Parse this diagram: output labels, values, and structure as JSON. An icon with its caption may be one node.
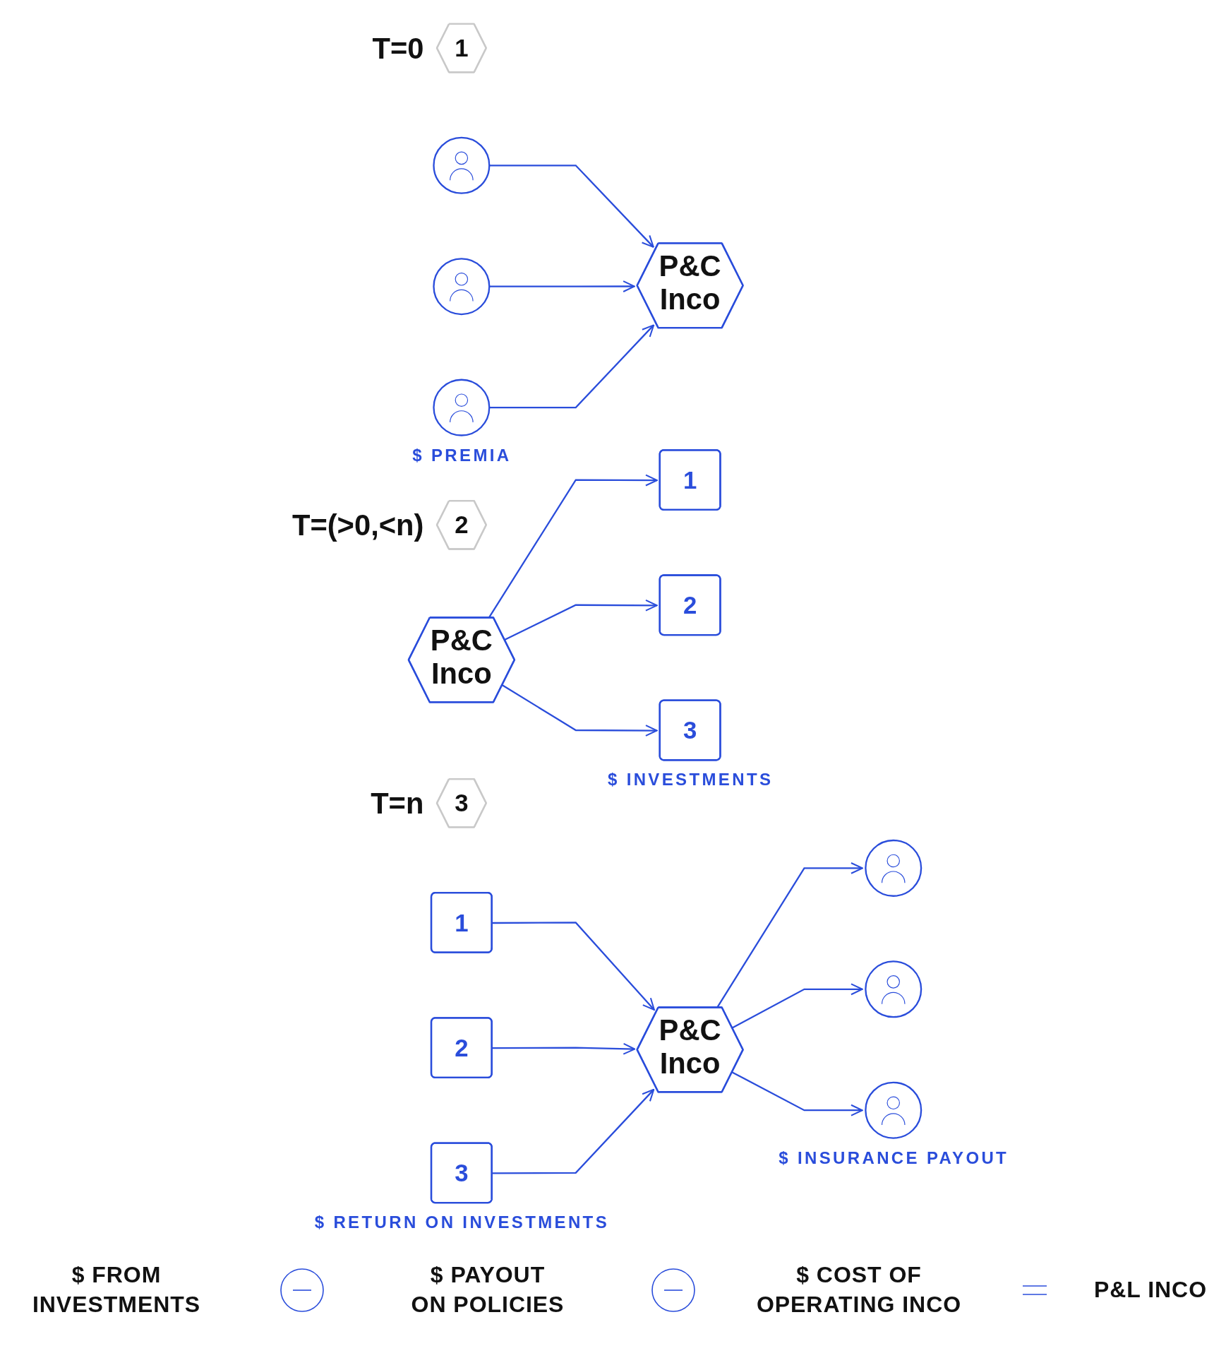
{
  "diagram": {
    "nodes": [
      {
        "text": [
          "1"
        ],
        "beside": [
          "T=0"
        ]
      },
      {
        "text": [],
        "shape": "person"
      },
      {
        "text": [],
        "shape": "person"
      },
      {
        "text": [],
        "shape": "person"
      },
      {
        "text": [
          "P&C Inco"
        ]
      },
      {
        "text": [
          "2"
        ],
        "beside": [
          "T=(>0,<n)"
        ]
      },
      {
        "text": [
          "P&C Inco"
        ]
      },
      {
        "text": [
          "1"
        ]
      },
      {
        "text": [
          "2"
        ]
      },
      {
        "text": [
          "3"
        ]
      },
      {
        "text": [
          "3"
        ],
        "beside": [
          "T=n"
        ]
      },
      {
        "text": [],
        "shape": "person"
      },
      {
        "text": [],
        "shape": "person"
      },
      {
        "text": [],
        "shape": "person"
      },
      {
        "text": [
          "P&C Inco"
        ]
      },
      {
        "text": [
          "1"
        ]
      },
      {
        "text": [
          "2"
        ]
      },
      {
        "text": [
          "3"
        ]
      }
    ],
    "edges": [
      {
        "from": 1,
        "to": 4,
        "arrow": "to"
      },
      {
        "from": 2,
        "to": 4,
        "arrow": "to"
      },
      {
        "from": 3,
        "to": 4,
        "arrow": "to"
      },
      {
        "from": 6,
        "to": 7,
        "arrow": "to"
      },
      {
        "from": 6,
        "to": 8,
        "arrow": "to"
      },
      {
        "from": 6,
        "to": 9,
        "arrow": "to"
      },
      {
        "from": 14,
        "to": 11,
        "arrow": "to"
      },
      {
        "from": 14,
        "to": 12,
        "arrow": "to"
      },
      {
        "from": 14,
        "to": 13,
        "arrow": "to"
      },
      {
        "from": 15,
        "to": 14,
        "arrow": "to"
      },
      {
        "from": 16,
        "to": 14,
        "arrow": "to"
      },
      {
        "from": 17,
        "to": 14,
        "arrow": "to"
      }
    ],
    "labels": [
      "$ PREMIA",
      "$ INVESTMENTS",
      "$ INSURANCE PAYOUT",
      "$ RETURN ON INVESTMENTS",
      "$ FROM INVESTMENTS",
      "$ PAYOUT ON POLICIES",
      "$ COST OF OPERATING INCO",
      "P&L INCO"
    ]
  }
}
